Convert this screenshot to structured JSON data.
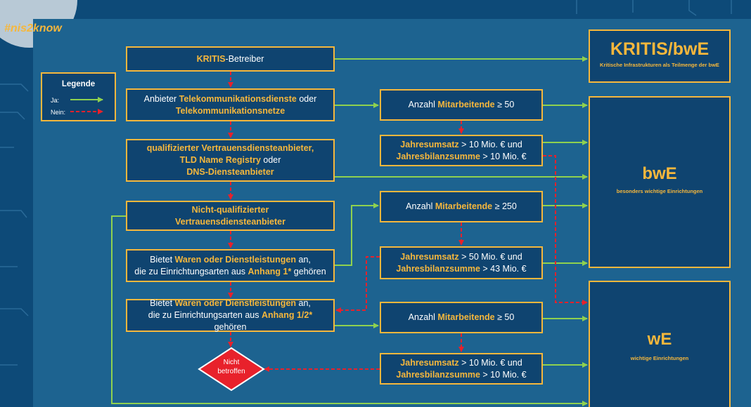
{
  "hashtag": "#nis2know",
  "legend": {
    "title": "Legende",
    "yes": "Ja:",
    "no": "Nein:"
  },
  "boxes": {
    "kritis": {
      "p1": "KRITIS",
      "p2": "-Betreiber"
    },
    "tk": {
      "p1": "Anbieter ",
      "p2": "Telekommunikationsdienste",
      "p3": " oder",
      "p4": "Telekommunikationsnetze"
    },
    "qual": {
      "p1": "qualifizierter Vertrauensdiensteanbieter,",
      "p2": "TLD Name Registry",
      "p3": " oder",
      "p4": "DNS-Diensteanbieter"
    },
    "nichtqual": {
      "p1": "Nicht-qualifizierter",
      "p2": "Vertrauensdiensteanbieter"
    },
    "anhang1": {
      "p1": "Bietet ",
      "p2": "Waren oder Dienstleistungen",
      "p3": " an,",
      "p4": "die zu Einrichtungsarten aus ",
      "p5": "Anhang 1*",
      "p6": " gehören"
    },
    "anhang12": {
      "p1": "Bietet ",
      "p2": "Waren oder Dienstleistungen",
      "p3": " an,",
      "p4": "die zu Einrichtungsarten aus ",
      "p5": "Anhang 1/2*",
      "p6": " gehören"
    },
    "ma50a": {
      "p1": "Anzahl ",
      "p2": "Mitarbeitende",
      "p3": " ≥ 50"
    },
    "umsatz10a": {
      "p1": "Jahresumsatz",
      "p2": " > 10 Mio. € und",
      "p3": "Jahresbilanzsumme",
      "p4": " > 10 Mio. €"
    },
    "ma250": {
      "p1": "Anzahl ",
      "p2": "Mitarbeitende",
      "p3": " ≥ 250"
    },
    "umsatz50": {
      "p1": "Jahresumsatz",
      "p2": " > 50 Mio. € und",
      "p3": "Jahresbilanzsumme",
      "p4": " > 43 Mio. €"
    },
    "ma50b": {
      "p1": "Anzahl ",
      "p2": "Mitarbeitende",
      "p3": " ≥ 50"
    },
    "umsatz10b": {
      "p1": "Jahresumsatz",
      "p2": " > 10 Mio. € und",
      "p3": "Jahresbilanzsumme",
      "p4": " > 10 Mio. €"
    }
  },
  "categories": {
    "kritis": {
      "title": "KRITIS/bwE",
      "subtitle": "Kritische Infrastrukturen als Teilmenge der bwE"
    },
    "bwe": {
      "title": "bwE",
      "subtitle": "besonders wichtige Einrichtungen"
    },
    "we": {
      "title": "wE",
      "subtitle": "wichtige Einrichtungen"
    }
  },
  "not_affected": {
    "line1": "Nicht",
    "line2": "betroffen"
  },
  "colors": {
    "yes": "#8fd14f",
    "no": "#e8212b",
    "accent": "#f6b73c",
    "box": "#0f4470"
  }
}
